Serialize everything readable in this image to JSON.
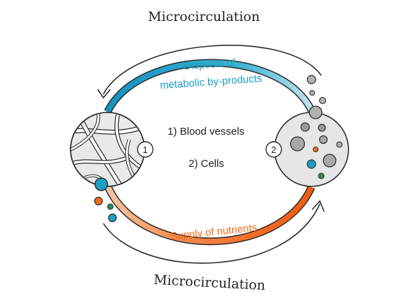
{
  "diagram": {
    "title_top": "Microcirculation",
    "title_bottom": "Microcirculation",
    "arc_top_label": [
      "Disposal of",
      "metabolic by-products"
    ],
    "arc_bottom_label": "Supply of nutrients",
    "legend": {
      "item1": "1) Blood vessels",
      "item2": "2) Cells"
    },
    "node1": {
      "number": "1"
    },
    "node2": {
      "number": "2"
    },
    "colors": {
      "blue": "#1aa0c4",
      "orange": "#f26a1b",
      "green": "#2e8b57",
      "grey_fill": "#e6e6e6",
      "stroke": "#2b2b2b"
    }
  }
}
